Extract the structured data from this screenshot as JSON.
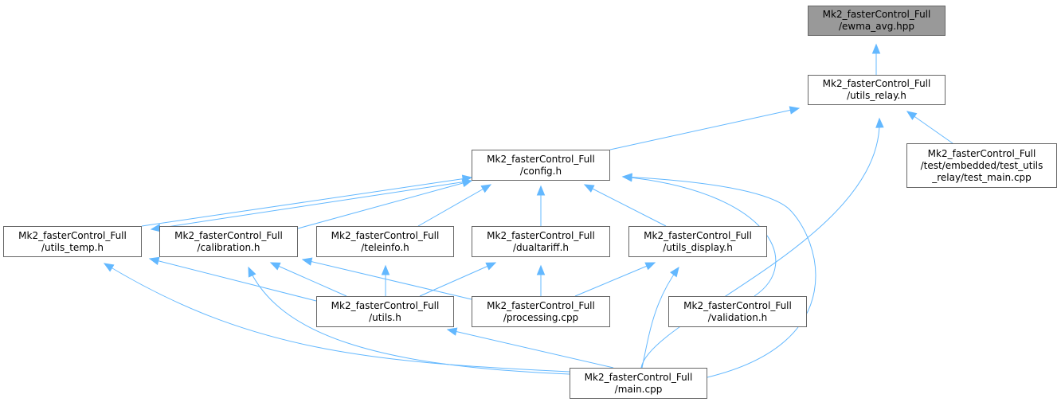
{
  "colors": {
    "edge": "#63b8ff",
    "border": "#666666",
    "root_fill": "#999999",
    "node_fill": "#ffffff"
  },
  "nodes": {
    "ewma": {
      "lines": [
        "Mk2_fasterControl_Full",
        "/ewma_avg.hpp"
      ],
      "current": true
    },
    "relay": {
      "lines": [
        "Mk2_fasterControl_Full",
        "/utils_relay.h"
      ]
    },
    "testmain": {
      "lines": [
        "Mk2_fasterControl_Full",
        "/test/embedded/test_utils",
        "_relay/test_main.cpp"
      ]
    },
    "config": {
      "lines": [
        "Mk2_fasterControl_Full",
        "/config.h"
      ]
    },
    "temp": {
      "lines": [
        "Mk2_fasterControl_Full",
        "/utils_temp.h"
      ]
    },
    "calib": {
      "lines": [
        "Mk2_fasterControl_Full",
        "/calibration.h"
      ]
    },
    "tele": {
      "lines": [
        "Mk2_fasterControl_Full",
        "/teleinfo.h"
      ]
    },
    "dual": {
      "lines": [
        "Mk2_fasterControl_Full",
        "/dualtariff.h"
      ]
    },
    "display": {
      "lines": [
        "Mk2_fasterControl_Full",
        "/utils_display.h"
      ]
    },
    "utils": {
      "lines": [
        "Mk2_fasterControl_Full",
        "/utils.h"
      ]
    },
    "proc": {
      "lines": [
        "Mk2_fasterControl_Full",
        "/processing.cpp"
      ]
    },
    "valid": {
      "lines": [
        "Mk2_fasterControl_Full",
        "/validation.h"
      ]
    },
    "main": {
      "lines": [
        "Mk2_fasterControl_Full",
        "/main.cpp"
      ]
    }
  },
  "edges": [
    {
      "from": "relay",
      "to": "ewma"
    },
    {
      "from": "config",
      "to": "relay"
    },
    {
      "from": "main",
      "to": "relay"
    },
    {
      "from": "testmain",
      "to": "relay"
    },
    {
      "from": "temp",
      "to": "config"
    },
    {
      "from": "config",
      "to": "temp"
    },
    {
      "from": "calib",
      "to": "config"
    },
    {
      "from": "tele",
      "to": "config"
    },
    {
      "from": "dual",
      "to": "config"
    },
    {
      "from": "display",
      "to": "config"
    },
    {
      "from": "valid",
      "to": "config"
    },
    {
      "from": "main",
      "to": "config"
    },
    {
      "from": "utils",
      "to": "temp"
    },
    {
      "from": "main",
      "to": "temp"
    },
    {
      "from": "utils",
      "to": "calib"
    },
    {
      "from": "proc",
      "to": "calib"
    },
    {
      "from": "main",
      "to": "calib"
    },
    {
      "from": "utils",
      "to": "tele"
    },
    {
      "from": "utils",
      "to": "dual"
    },
    {
      "from": "proc",
      "to": "dual"
    },
    {
      "from": "proc",
      "to": "display"
    },
    {
      "from": "main",
      "to": "display"
    },
    {
      "from": "main",
      "to": "utils"
    },
    {
      "from": "main",
      "to": "valid"
    }
  ]
}
